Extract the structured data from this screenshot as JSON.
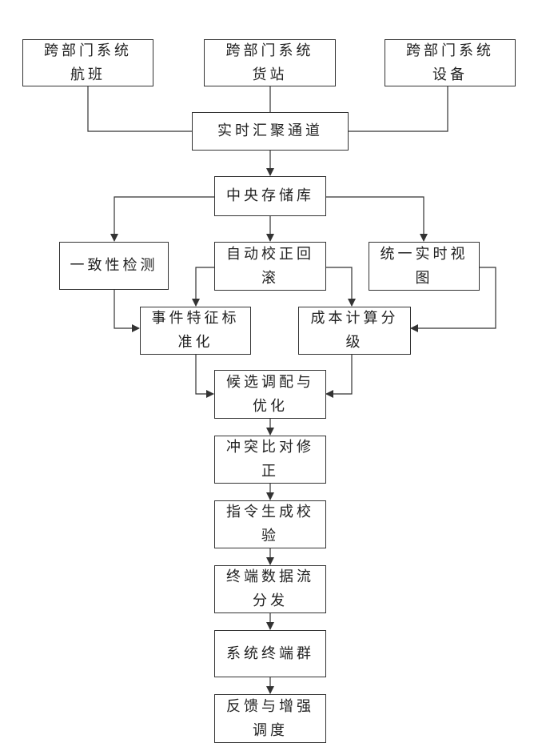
{
  "nodes": {
    "src_flight": [
      "跨部门系统",
      "航班"
    ],
    "src_cargo": [
      "跨部门系统",
      "货站"
    ],
    "src_device": [
      "跨部门系统",
      "设备"
    ],
    "channel": [
      "实时汇聚通道"
    ],
    "storage": [
      "中央存储库"
    ],
    "consistency": [
      "一致性检测"
    ],
    "autocorrect": [
      "自动校正回",
      "滚"
    ],
    "unified_view": [
      "统一实时视",
      "图"
    ],
    "event_feature": [
      "事件特征标",
      "准化"
    ],
    "cost_grade": [
      "成本计算分",
      "级"
    ],
    "candidate": [
      "候选调配与",
      "优化"
    ],
    "conflict": [
      "冲突比对修",
      "正"
    ],
    "instruction": [
      "指令生成校",
      "验"
    ],
    "terminal_flow": [
      "终端数据流",
      "分发"
    ],
    "terminals": [
      "系统终端群"
    ],
    "feedback": [
      "反馈与增强",
      "调度"
    ]
  }
}
